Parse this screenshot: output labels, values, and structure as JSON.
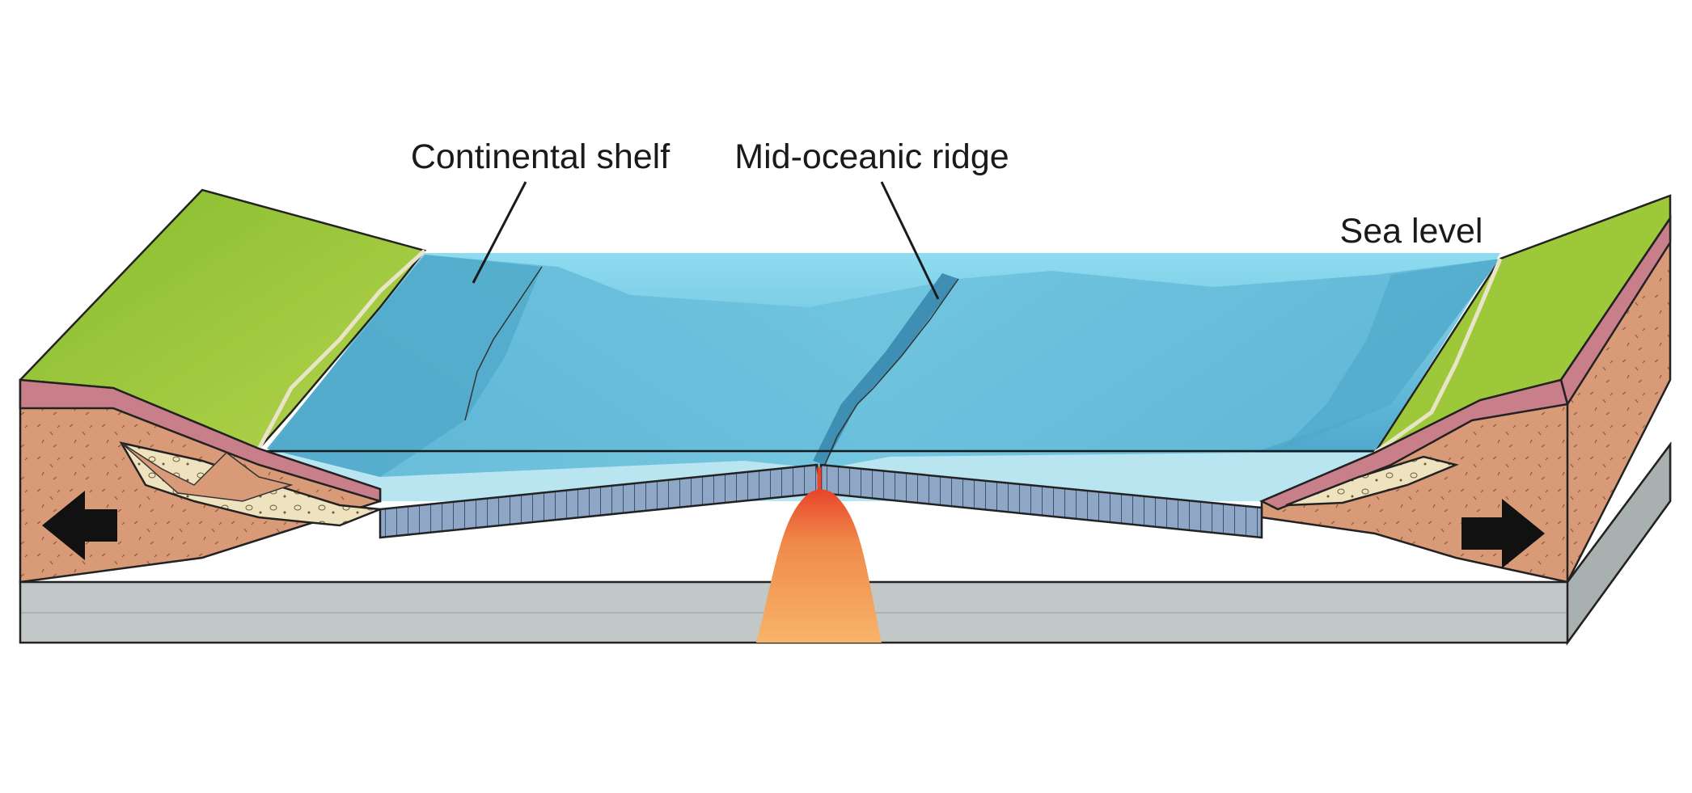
{
  "labels": {
    "continental_shelf": "Continental shelf",
    "mid_oceanic_ridge": "Mid-oceanic ridge",
    "sea_level": "Sea level"
  },
  "arrows": [
    {
      "name": "left-arrow-icon",
      "direction": "left"
    },
    {
      "name": "right-arrow-icon",
      "direction": "right"
    }
  ],
  "colors": {
    "land": "#9cc83a",
    "sea_surface": "#7fd0e6",
    "sea_floor": "#5ab3d1",
    "continental_crust": "#d99a78",
    "sediment": "#c97f8a",
    "oceanic_crust": "#8ea7c7",
    "mantle": "#c2c8c8",
    "magma_top": "#e8452a",
    "magma_bottom": "#f6b46a"
  }
}
